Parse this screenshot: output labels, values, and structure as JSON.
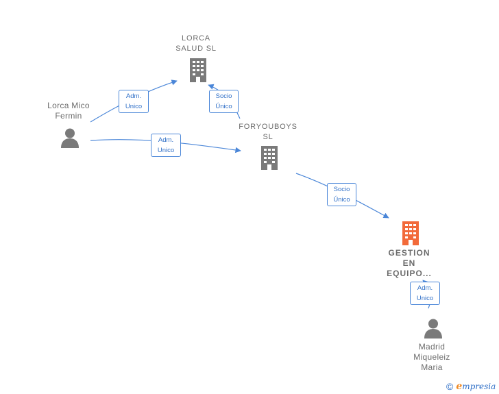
{
  "nodes": {
    "lorca_salud": {
      "label_line1": "LORCA",
      "label_line2": "SALUD  SL"
    },
    "foryouboys": {
      "label_line1": "FORYOUBOYS",
      "label_line2": "SL"
    },
    "gestion": {
      "label_line1": "GESTION",
      "label_line2": "EN",
      "label_line3": "EQUIPO..."
    },
    "lorca_mico": {
      "label_line1": "Lorca Mico",
      "label_line2": "Fermin"
    },
    "madrid": {
      "label_line1": "Madrid",
      "label_line2": "Miqueleiz",
      "label_line3": "Maria"
    }
  },
  "edges": {
    "mico_to_lorca_salud": {
      "line1": "Adm.",
      "line2": "Unico"
    },
    "mico_to_foryouboys": {
      "line1": "Adm.",
      "line2": "Unico"
    },
    "foryouboys_to_lorca_salud": {
      "line1": "Socio",
      "line2": "Único"
    },
    "foryouboys_to_gestion": {
      "line1": "Socio",
      "line2": "Único"
    },
    "madrid_to_gestion": {
      "line1": "Adm.",
      "line2": "Unico"
    }
  },
  "colors": {
    "edge": "#4a86d8",
    "company_icon": "#7a7a7a",
    "focus_company_icon": "#f26a3a",
    "person_icon": "#7a7a7a"
  },
  "footer": {
    "copyright_symbol": "©",
    "brand_initial": "e",
    "brand_rest": "mpresia"
  }
}
